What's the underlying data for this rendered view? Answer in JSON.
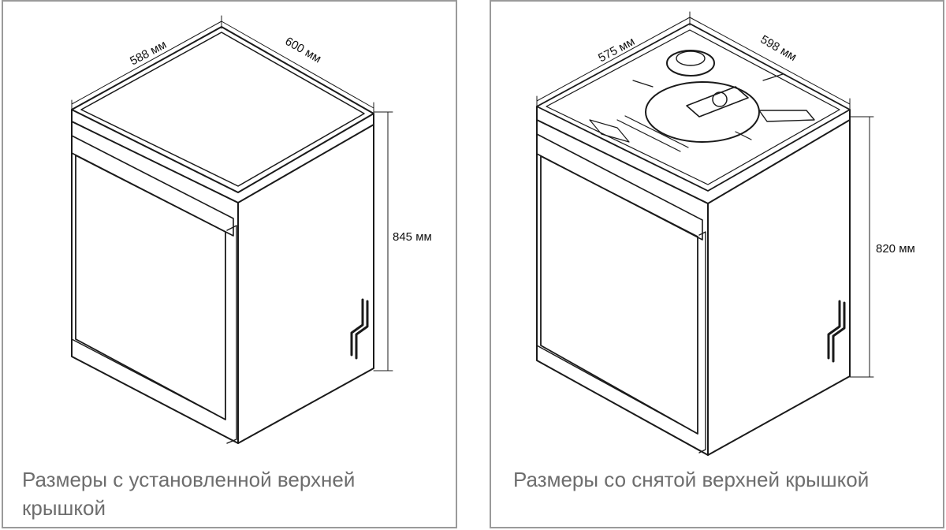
{
  "left_panel": {
    "dims": {
      "depth": "588 мм",
      "width": "600 мм",
      "height": "845 мм"
    },
    "caption_line1": "Размеры с установленной верхней",
    "caption_line2": "крышкой"
  },
  "right_panel": {
    "dims": {
      "depth": "575 мм",
      "width": "598 мм",
      "height": "820 мм"
    },
    "caption": "Размеры со снятой верхней крышкой"
  },
  "colors": {
    "line": "#1a1a1a",
    "frame": "#9a9a9a",
    "caption": "#6d6d6d"
  }
}
